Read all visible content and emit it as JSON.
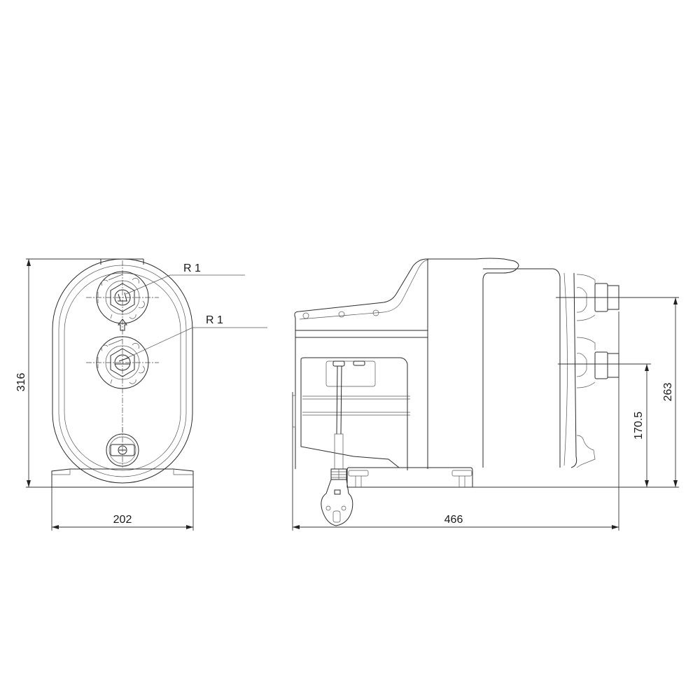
{
  "drawing": {
    "front_view": {
      "thread_label_top": "R 1",
      "thread_label_middle": "R 1",
      "height_dimension": "316",
      "width_dimension": "202"
    },
    "side_view": {
      "length_dimension": "466",
      "outlet_height_dimension": "263",
      "inlet_height_dimension": "170.5"
    },
    "colors": {
      "line": "#2a2a2a",
      "background": "#ffffff"
    }
  }
}
